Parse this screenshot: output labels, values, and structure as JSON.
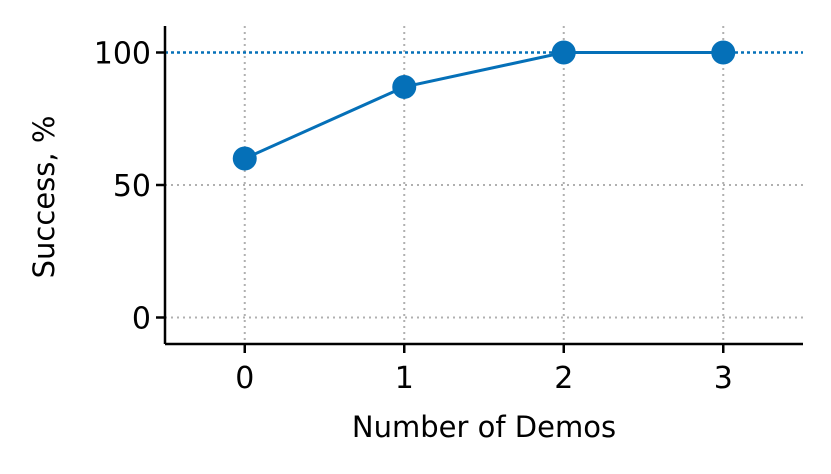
{
  "chart_data": {
    "type": "line",
    "xlabel": "Number of Demos",
    "ylabel": "Success, %",
    "x": [
      0,
      1,
      2,
      3
    ],
    "xticks": [
      "0",
      "1",
      "2",
      "3"
    ],
    "yticks": [
      "0",
      "50",
      "100"
    ],
    "xlim": [
      -0.5,
      3.5
    ],
    "ylim": [
      -10,
      110
    ],
    "grid": true,
    "reference_line": {
      "y": 100,
      "style": "dotted"
    },
    "series": [
      {
        "values": [
          60,
          87,
          100,
          100
        ],
        "color": "#0570b8"
      }
    ]
  }
}
